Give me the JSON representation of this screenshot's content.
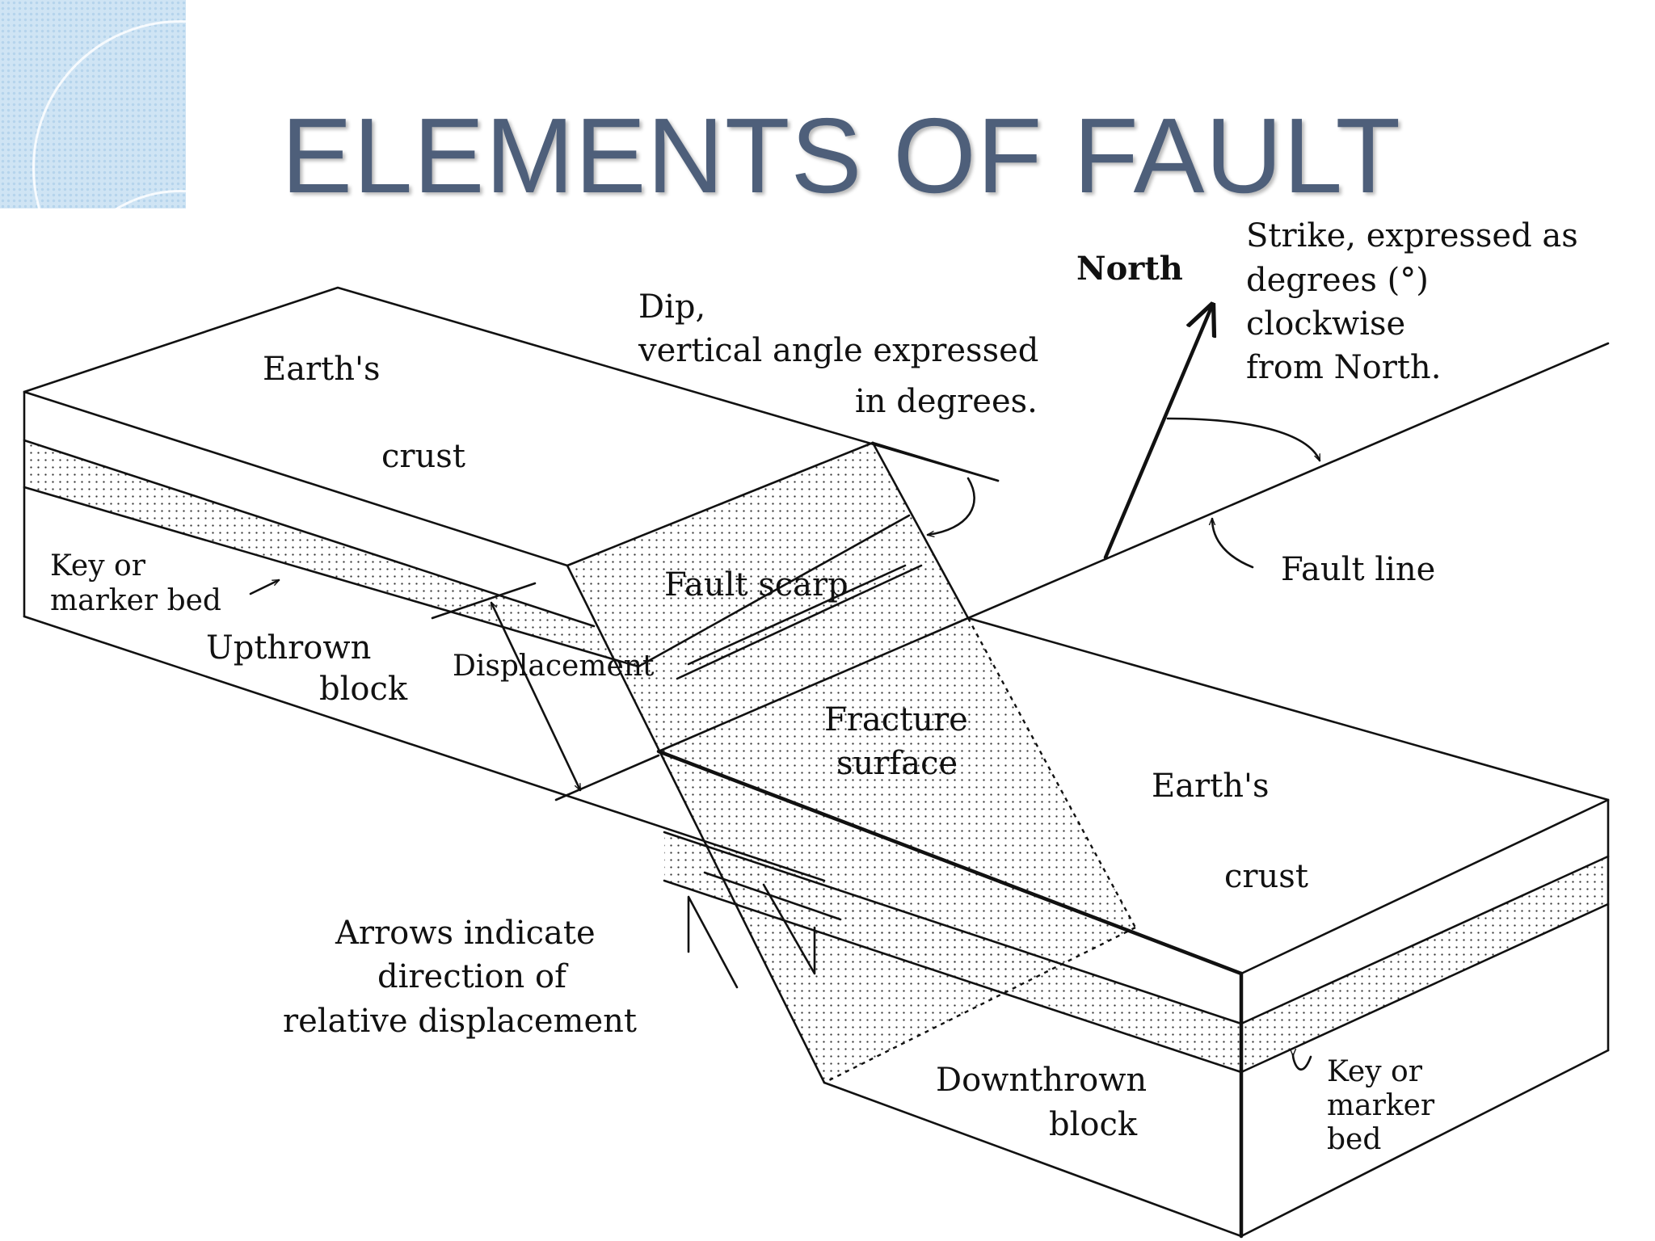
{
  "slide": {
    "title": "ELEMENTS OF FAULT"
  },
  "labels": {
    "earths_crust_left_1": "Earth's",
    "earths_crust_left_2": "crust",
    "dip_1": "Dip,",
    "dip_2": "vertical angle expressed",
    "dip_3": "in degrees.",
    "north": "North",
    "strike_1": "Strike, expressed as",
    "strike_2": "degrees (°)",
    "strike_3": "clockwise",
    "strike_4": "from North.",
    "key_bed_left_1": "Key or",
    "key_bed_left_2": "marker bed",
    "fault_scarp": "Fault scarp",
    "fault_line": "Fault line",
    "upthrown_1": "Upthrown",
    "upthrown_2": "block",
    "displacement": "Displacement",
    "fracture_1": "Fracture",
    "fracture_2": "surface",
    "earths_crust_right_1": "Earth's",
    "earths_crust_right_2": "crust",
    "arrows_1": "Arrows indicate",
    "arrows_2": "direction of",
    "arrows_3": "relative displacement",
    "downthrown_1": "Downthrown",
    "downthrown_2": "block",
    "key_bed_right_1": "Key or",
    "key_bed_right_2": "marker",
    "key_bed_right_3": "bed"
  },
  "colors": {
    "title": "#4e5f7a",
    "line": "#111111",
    "corner_background": "#cfe4f4"
  }
}
